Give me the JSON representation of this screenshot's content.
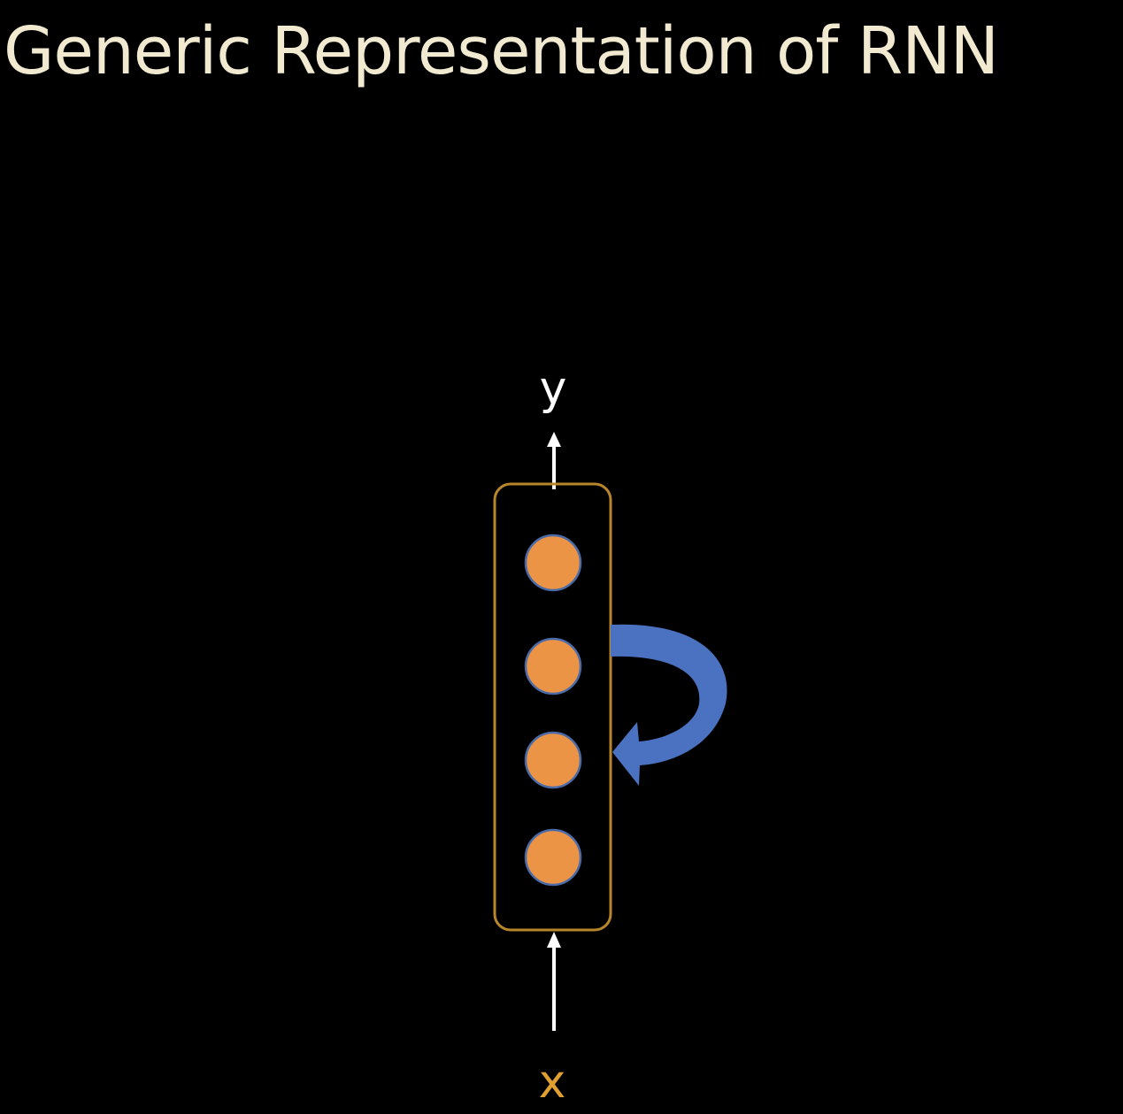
{
  "slide": {
    "title": "Generic Representation of RNN"
  },
  "diagram": {
    "output_label": "y",
    "input_label": "x",
    "neuron_count": 4
  },
  "colors": {
    "background": "#000000",
    "title": "#f2ead0",
    "output_label": "#ffffff",
    "input_label": "#e0a030",
    "box_border": "#b8862a",
    "neuron_fill": "#ec9446",
    "neuron_stroke": "#4a6aa8",
    "recurrent_arrow": "#4a72c0",
    "arrows": "#ffffff"
  }
}
